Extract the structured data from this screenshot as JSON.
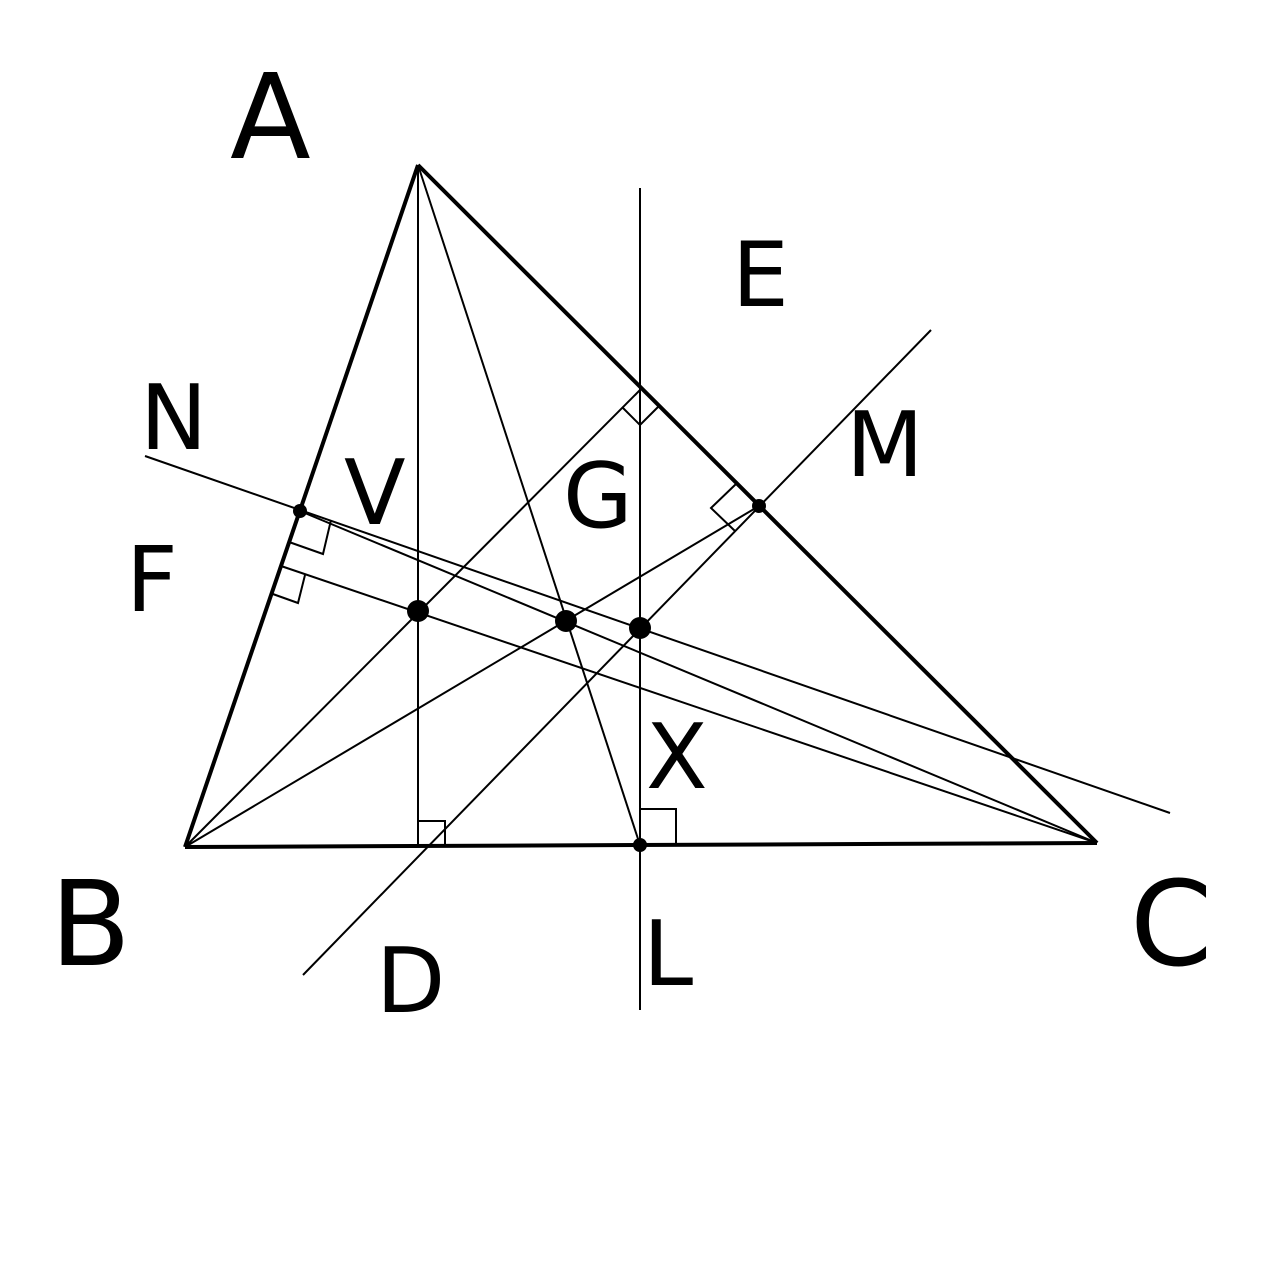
{
  "figure": {
    "labels": {
      "A": "A",
      "B": "B",
      "C": "C",
      "D": "D",
      "E": "E",
      "F": "F",
      "G": "G",
      "L": "L",
      "M": "M",
      "N": "N",
      "V": "V",
      "X": "X"
    },
    "stroke_color": "#000000",
    "background": "#ffffff"
  }
}
